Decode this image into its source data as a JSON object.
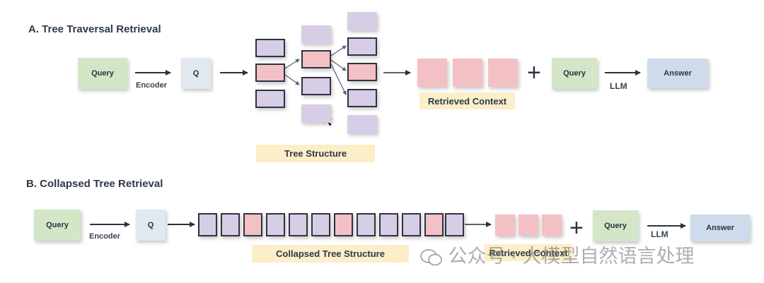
{
  "section_a": {
    "title": "A.  Tree Traversal Retrieval",
    "query": "Query",
    "encoder": "Encoder",
    "q": "Q",
    "tree_label": "Tree Structure",
    "context_label": "Retrieved Context",
    "plus": "+",
    "query2": "Query",
    "llm": "LLM",
    "answer": "Answer"
  },
  "section_b": {
    "title": "B.  Collapsed Tree Retrieval",
    "query": "Query",
    "encoder": "Encoder",
    "q": "Q",
    "tree_label": "Collapsed Tree Structure",
    "context_label": "Retrieved Context",
    "plus": "+",
    "query2": "Query",
    "llm": "LLM",
    "answer": "Answer"
  },
  "watermark": "公众号 · 大模型自然语言处理",
  "colors": {
    "query_green": "#d4e6c8",
    "answer_blue": "#cfdbeb",
    "node_lavender": "#d8cde6",
    "node_pink": "#f3c1c5",
    "label_yellow": "#fbeec8"
  }
}
